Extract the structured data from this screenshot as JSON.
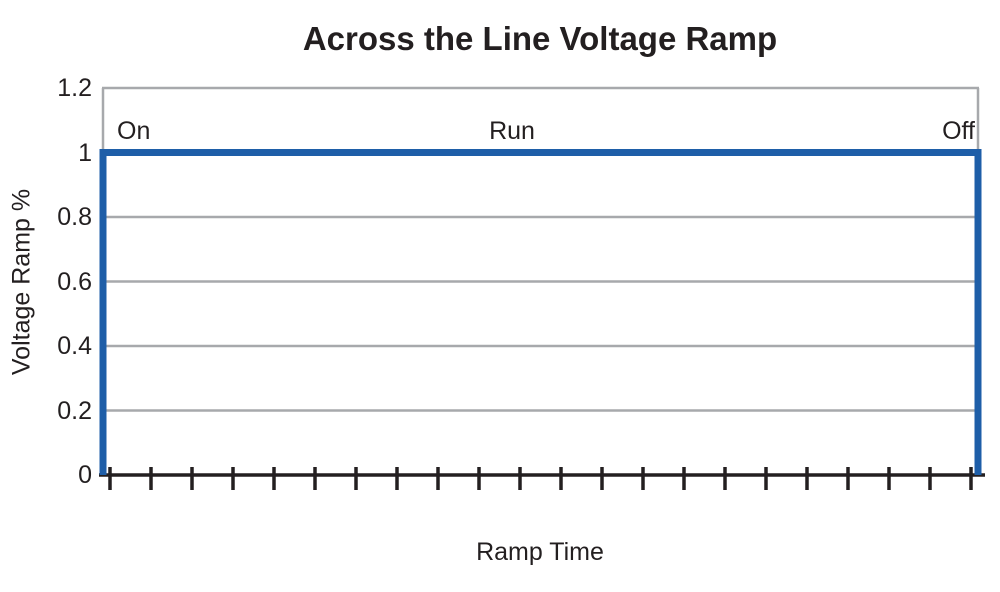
{
  "chart_data": {
    "type": "line",
    "title": "Across the Line Voltage Ramp",
    "xlabel": "Ramp Time",
    "ylabel": "Voltage Ramp %",
    "ylim": [
      0,
      1.2
    ],
    "yticks": [
      "0",
      "0.2",
      "0.4",
      "0.6",
      "0.8",
      "1",
      "1.2"
    ],
    "ytick_values": [
      0,
      0.2,
      0.4,
      0.6,
      0.8,
      1,
      1.2
    ],
    "x_axis": {
      "tick_count": 22,
      "tick_labels_visible": false
    },
    "grid": true,
    "legend": "none",
    "annotations": [
      {
        "label": "On",
        "align": "left"
      },
      {
        "label": "Run",
        "align": "center"
      },
      {
        "label": "Off",
        "align": "right"
      }
    ],
    "series": [
      {
        "name": "Voltage Ramp",
        "color": "#1e5ea8",
        "points_x_pct": [
          0,
          0,
          100,
          100
        ],
        "points_y": [
          0,
          1,
          1,
          0
        ]
      }
    ],
    "colors": {
      "grid": "#a7a9ac",
      "axis": "#231f20",
      "text": "#231f20",
      "line": "#1e5ea8",
      "background": "#ffffff"
    }
  }
}
